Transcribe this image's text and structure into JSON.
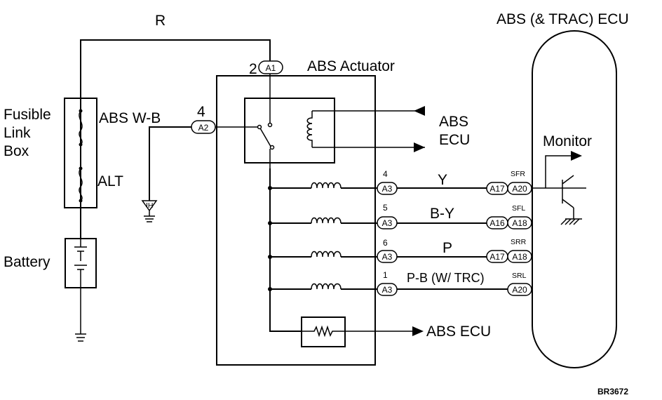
{
  "labels": {
    "wire_r": "R",
    "ecu_title": "ABS (& TRAC) ECU",
    "actuator": "ABS Actuator",
    "fusible_line1": "Fusible",
    "fusible_line2": "Link",
    "fusible_line3": "Box",
    "fuse_abs": "ABS W-B",
    "fuse_alt": "ALT",
    "battery": "Battery",
    "abs_ecu_upper_1": "ABS",
    "abs_ecu_upper_2": "ECU",
    "abs_ecu_lower": "ABS ECU",
    "monitor": "Monitor",
    "code": "BR3672"
  },
  "connectors": {
    "a1": {
      "pin": "2",
      "id": "A1"
    },
    "a2": {
      "pin": "4",
      "id": "A2"
    }
  },
  "solenoid_rows": [
    {
      "pin": "4",
      "a3": "A3",
      "wire": "Y",
      "ecu_conn": "A17",
      "ecu_term": "SFR",
      "ecu_pin": "A20"
    },
    {
      "pin": "5",
      "a3": "A3",
      "wire": "B-Y",
      "ecu_conn": "A16",
      "ecu_term": "SFL",
      "ecu_pin": "A18"
    },
    {
      "pin": "6",
      "a3": "A3",
      "wire": "P",
      "ecu_conn": "A17",
      "ecu_term": "SRR",
      "ecu_pin": "A18"
    },
    {
      "pin": "1",
      "a3": "A3",
      "wire": "P-B (W/ TRC)",
      "ecu_conn": "",
      "ecu_term": "SRL",
      "ecu_pin": "A20"
    }
  ]
}
